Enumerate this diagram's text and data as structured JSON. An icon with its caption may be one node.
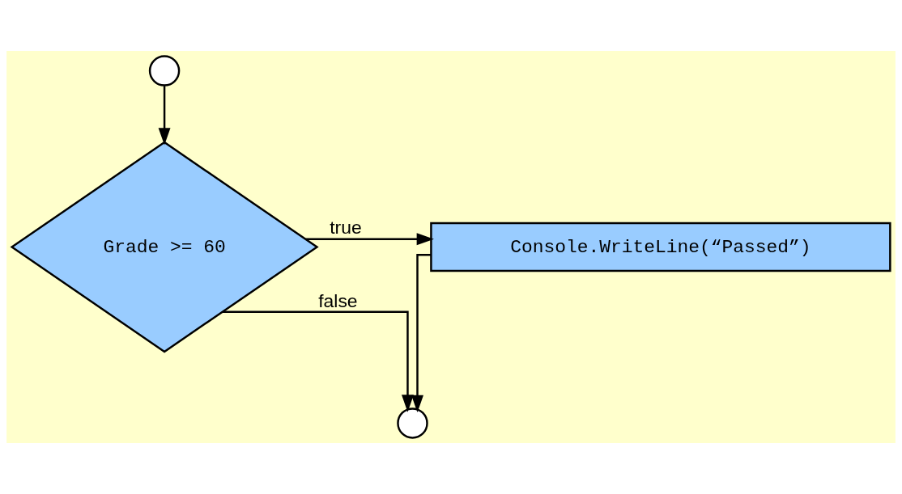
{
  "diagram": {
    "nodes": [
      {
        "text": [],
        "shape": "circle"
      },
      {
        "text": [
          "Grade >= 60"
        ]
      },
      {
        "text": [
          "Console.WriteLine(“Passed”)"
        ]
      },
      {
        "text": [],
        "shape": "circle"
      }
    ],
    "edges": [
      {
        "from": 0,
        "to": 1,
        "arrow": "to"
      },
      {
        "from": 1,
        "to": 2,
        "arrow": "to",
        "label": "true"
      },
      {
        "from": 1,
        "to": 3,
        "arrow": "to",
        "label": "false"
      },
      {
        "from": 2,
        "to": 3,
        "arrow": "to"
      }
    ]
  }
}
